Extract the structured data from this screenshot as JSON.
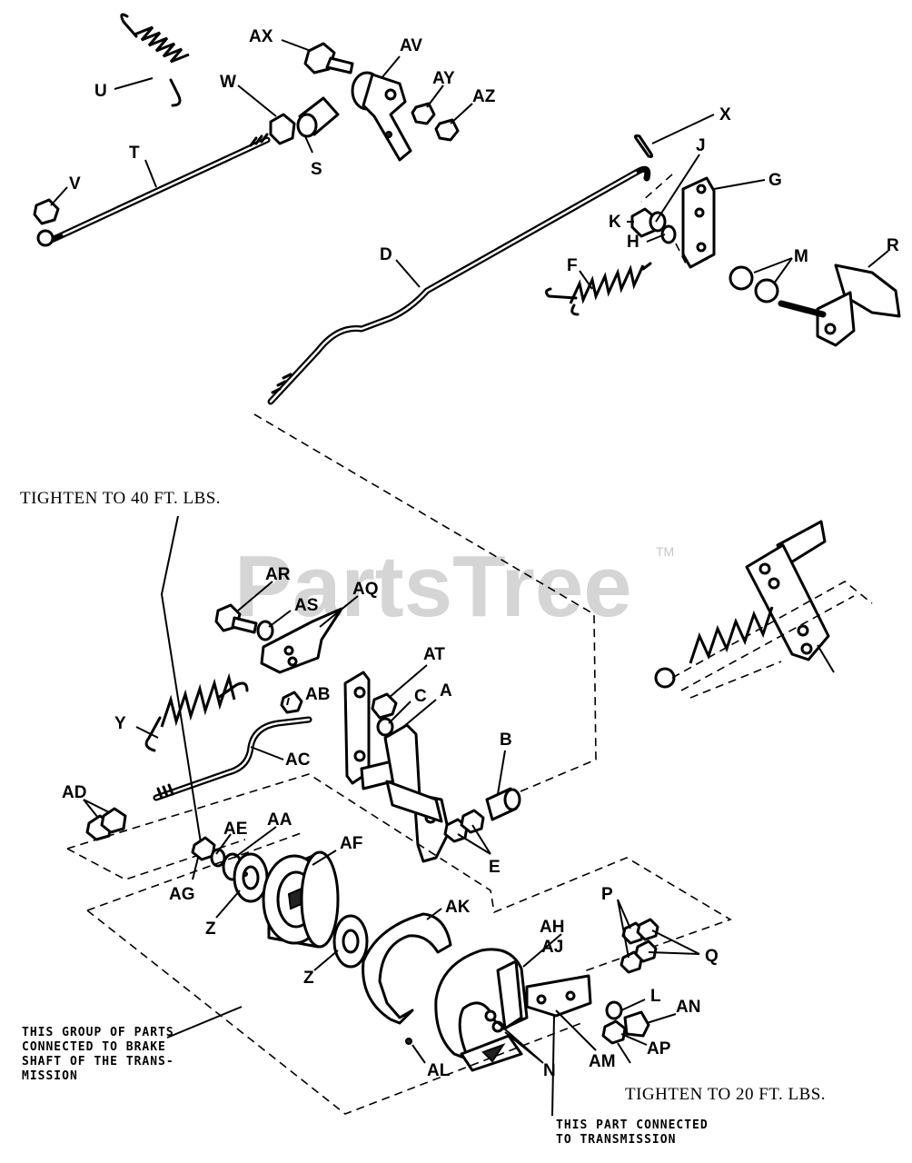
{
  "watermark": {
    "brand": "PartsTree",
    "trademark": "TM"
  },
  "labels": {
    "U": "U",
    "W": "W",
    "AX": "AX",
    "AV": "AV",
    "AY": "AY",
    "AZ": "AZ",
    "X": "X",
    "T": "T",
    "S": "S",
    "V": "V",
    "J": "J",
    "G": "G",
    "K": "K",
    "H": "H",
    "D": "D",
    "F": "F",
    "M": "M",
    "R": "R",
    "AR": "AR",
    "AS": "AS",
    "AQ": "AQ",
    "AT": "AT",
    "AB": "AB",
    "C": "C",
    "A": "A",
    "Y": "Y",
    "AC": "AC",
    "B": "B",
    "AD": "AD",
    "AE": "AE",
    "AA": "AA",
    "AF": "AF",
    "E": "E",
    "AG": "AG",
    "Z1": "Z",
    "Z2": "Z",
    "AK": "AK",
    "P": "P",
    "Q": "Q",
    "AH": "AH",
    "AJ": "AJ",
    "L": "L",
    "AN": "AN",
    "N": "N",
    "AM": "AM",
    "AP": "AP",
    "AL": "AL"
  },
  "notes": {
    "torque_40": "TIGHTEN TO 40 FT.  LBS.",
    "torque_20": "TIGHTEN TO 20 FT.  LBS.",
    "group_line1": "THIS GROUP OF PARTS",
    "group_line2": "CONNECTED TO BRAKE",
    "group_line3": "SHAFT OF THE TRANS-",
    "group_line4": "MISSION",
    "trans_line1": "THIS PART CONNECTED",
    "trans_line2": "TO TRANSMISSION"
  }
}
